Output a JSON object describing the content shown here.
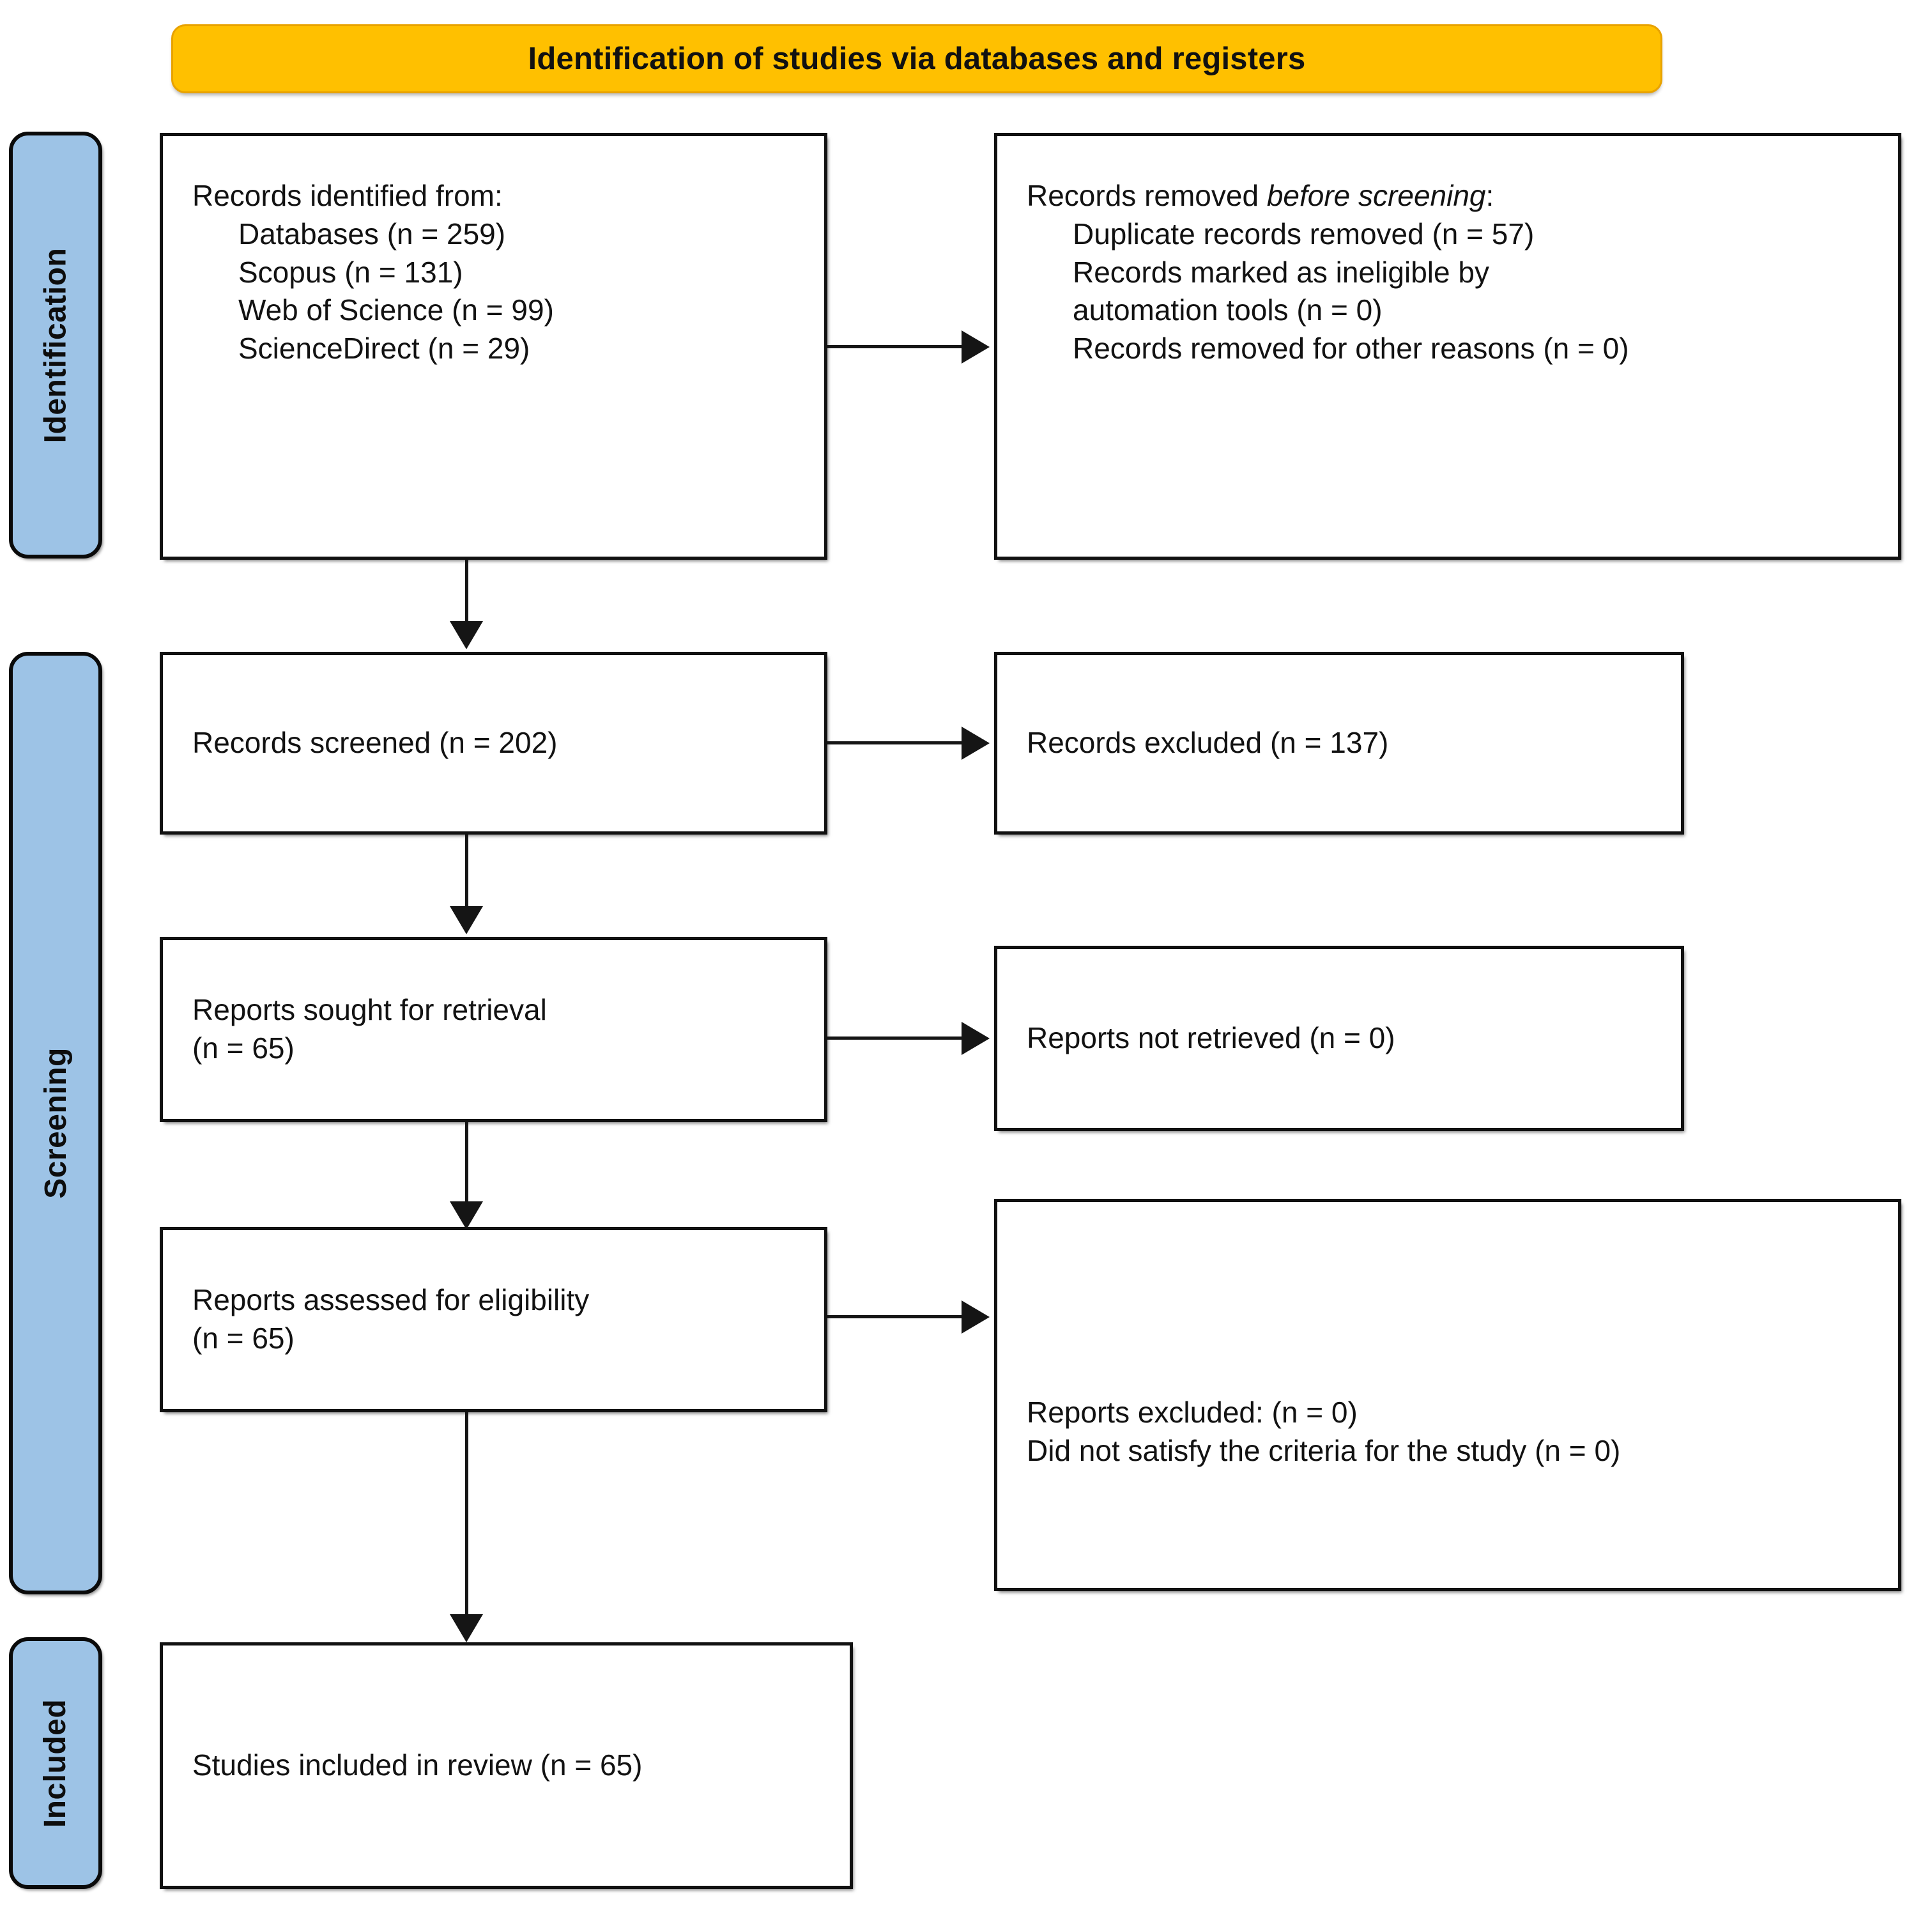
{
  "banner": {
    "title": "Identification of studies via databases and registers"
  },
  "stages": [
    {
      "key": "identification",
      "label": "Identification"
    },
    {
      "key": "screening",
      "label": "Screening"
    },
    {
      "key": "included",
      "label": "Included"
    }
  ],
  "boxes": {
    "identified": {
      "lines": [
        {
          "text": "Records identified from:",
          "indent": false
        },
        {
          "text": "Databases (n = 259)",
          "indent": true
        },
        {
          "text": "Scopus (n = 131)",
          "indent": true
        },
        {
          "text": "Web of Science (n = 99)",
          "indent": true
        },
        {
          "text": "ScienceDirect (n = 29)",
          "indent": true
        }
      ]
    },
    "removed_before_screening": {
      "head_plain": "Records removed ",
      "head_italic": "before screening",
      "head_colon": ":",
      "lines": [
        {
          "text": "Duplicate records removed (n = 57)",
          "indent": true
        },
        {
          "text": "Records marked as ineligible by",
          "indent": true
        },
        {
          "text": "automation tools (n = 0)",
          "indent": true
        },
        {
          "text": "Records removed for other reasons (n = 0)",
          "indent": true
        }
      ]
    },
    "records_screened": {
      "lines": [
        {
          "text": "Records screened (n = 202)",
          "indent": false
        }
      ]
    },
    "records_excluded": {
      "lines": [
        {
          "text": "Records excluded (n = 137)",
          "indent": false
        }
      ]
    },
    "reports_sought": {
      "lines": [
        {
          "text": "Reports sought for retrieval",
          "indent": false
        },
        {
          "text": "(n = 65)",
          "indent": false
        }
      ]
    },
    "reports_not_retrieved": {
      "lines": [
        {
          "text": "Reports not retrieved (n = 0)",
          "indent": false
        }
      ]
    },
    "reports_assessed": {
      "lines": [
        {
          "text": "Reports assessed for eligibility",
          "indent": false
        },
        {
          "text": "(n = 65)",
          "indent": false
        }
      ]
    },
    "reports_excluded": {
      "lines": [
        {
          "text": "Reports excluded: (n = 0)",
          "indent": false
        },
        {
          "text": "Did not satisfy the criteria for the study (n = 0)",
          "indent": false
        }
      ]
    },
    "studies_included": {
      "lines": [
        {
          "text": "Studies included in review (n = 65)",
          "indent": false
        }
      ]
    }
  },
  "colors": {
    "banner_fill": "#FFC000",
    "stage_fill": "#9DC3E6",
    "box_border": "#111111",
    "connector": "#151515",
    "text": "#121212"
  },
  "chart_data": {
    "type": "diagram",
    "title": "Identification of studies via databases and registers",
    "nodes": [
      {
        "id": "identified",
        "stage": "Identification",
        "column": "left",
        "counts": {
          "Databases": 259,
          "Scopus": 131,
          "Web of Science": 99,
          "ScienceDirect": 29
        }
      },
      {
        "id": "removed_before_screening",
        "stage": "Identification",
        "column": "right",
        "counts": {
          "Duplicate records removed": 57,
          "Records marked as ineligible by automation tools": 0,
          "Records removed for other reasons": 0
        }
      },
      {
        "id": "records_screened",
        "stage": "Screening",
        "column": "left",
        "counts": {
          "Records screened": 202
        }
      },
      {
        "id": "records_excluded",
        "stage": "Screening",
        "column": "right",
        "counts": {
          "Records excluded": 137
        }
      },
      {
        "id": "reports_sought",
        "stage": "Screening",
        "column": "left",
        "counts": {
          "Reports sought for retrieval": 65
        }
      },
      {
        "id": "reports_not_retrieved",
        "stage": "Screening",
        "column": "right",
        "counts": {
          "Reports not retrieved": 0
        }
      },
      {
        "id": "reports_assessed",
        "stage": "Screening",
        "column": "left",
        "counts": {
          "Reports assessed for eligibility": 65
        }
      },
      {
        "id": "reports_excluded",
        "stage": "Screening",
        "column": "right",
        "counts": {
          "Reports excluded": 0,
          "Did not satisfy the criteria for the study": 0
        }
      },
      {
        "id": "studies_included",
        "stage": "Included",
        "column": "left",
        "counts": {
          "Studies included in review": 65
        }
      }
    ],
    "edges": [
      {
        "from": "identified",
        "to": "removed_before_screening",
        "direction": "right"
      },
      {
        "from": "identified",
        "to": "records_screened",
        "direction": "down"
      },
      {
        "from": "records_screened",
        "to": "records_excluded",
        "direction": "right"
      },
      {
        "from": "records_screened",
        "to": "reports_sought",
        "direction": "down"
      },
      {
        "from": "reports_sought",
        "to": "reports_not_retrieved",
        "direction": "right"
      },
      {
        "from": "reports_sought",
        "to": "reports_assessed",
        "direction": "down"
      },
      {
        "from": "reports_assessed",
        "to": "reports_excluded",
        "direction": "right"
      },
      {
        "from": "reports_assessed",
        "to": "studies_included",
        "direction": "down"
      }
    ]
  }
}
